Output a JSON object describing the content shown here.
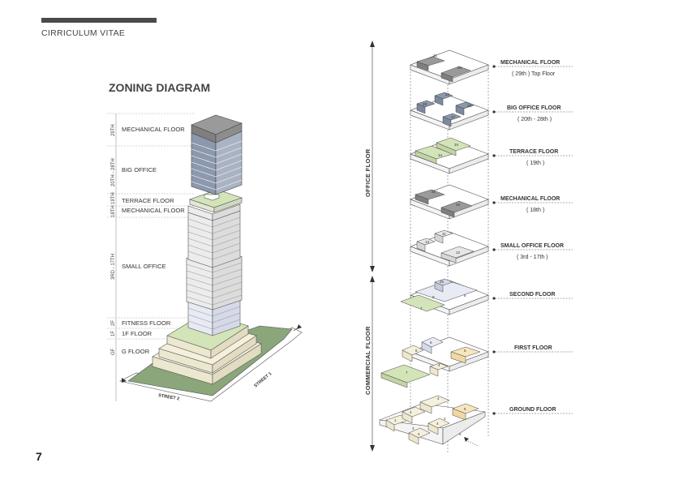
{
  "header": {
    "title": "CIRRICULUM VITAE"
  },
  "page_number": "7",
  "zoning": {
    "title": "ZONING DIAGRAM",
    "level_tags": [
      "29TH",
      "20TH - 28TH",
      "19TH",
      "18TH",
      "3RD - 17TH",
      "2F",
      "1F",
      "GF"
    ],
    "labels": [
      "MECHANICAL FLOOR",
      "BIG OFFICE",
      "TERRACE FLOOR",
      "MECHANICAL FLOOR",
      "SMALL OFFICE",
      "FITNESS FLOOR",
      "1F FLOOR",
      "G FLOOR"
    ],
    "streets": [
      "STREET 1",
      "STREET 2"
    ]
  },
  "exploded": {
    "office_label": "OFFICE FLOOR",
    "commercial_label": "COMMERCIAL FLOOR",
    "floors": [
      {
        "name": "MECHANICAL FLOOR",
        "sub": "( 29th ) Top Floor"
      },
      {
        "name": "BIG OFFICE FLOOR",
        "sub": "( 20th - 28th )"
      },
      {
        "name": "TERRACE FLOOR",
        "sub": "( 19th )"
      },
      {
        "name": "MECHANICAL FLOOR",
        "sub": "( 18th )"
      },
      {
        "name": "SMALL OFFICE FLOOR",
        "sub": "( 3rd - 17th )"
      },
      {
        "name": "SECOND FLOOR",
        "sub": ""
      },
      {
        "name": "FIRST FLOOR",
        "sub": ""
      },
      {
        "name": "GROUND FLOOR",
        "sub": ""
      }
    ]
  },
  "colors": {
    "glass_blue": "#8c98ad",
    "terrace_green": "#d3e4b8",
    "podium_cream": "#f4f0dc",
    "mech_grey": "#9a9a9a",
    "site_green": "#8aa67a"
  }
}
